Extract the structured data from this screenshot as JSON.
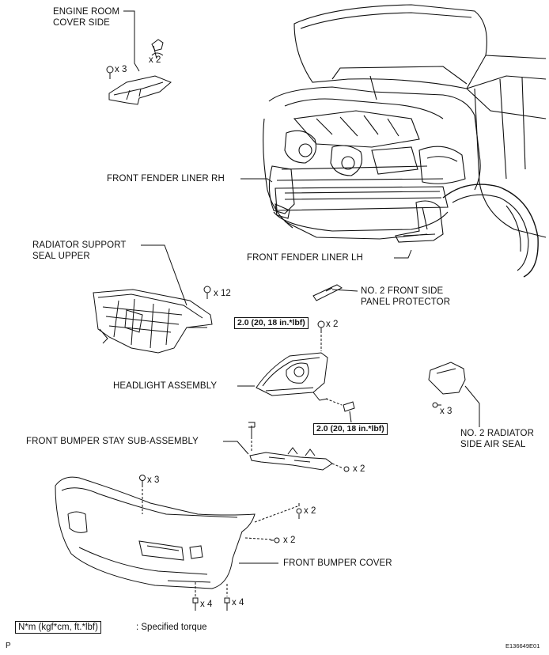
{
  "labels": {
    "engine_room_cover_side": [
      "ENGINE ROOM",
      "COVER SIDE"
    ],
    "front_fender_liner_rh": "FRONT FENDER LINER RH",
    "front_fender_liner_lh": "FRONT FENDER LINER LH",
    "radiator_support_seal_upper": [
      "RADIATOR SUPPORT",
      "SEAL UPPER"
    ],
    "no2_front_side_panel_protector": [
      "NO. 2 FRONT SIDE",
      "PANEL PROTECTOR"
    ],
    "headlight_assembly": "HEADLIGHT ASSEMBLY",
    "no2_radiator_side_air_seal": [
      "NO. 2 RADIATOR",
      "SIDE AIR SEAL"
    ],
    "front_bumper_stay_sub_assembly": "FRONT BUMPER STAY SUB-ASSEMBLY",
    "front_bumper_cover": "FRONT BUMPER COVER"
  },
  "quantities": {
    "engine_cover_clip": "x 2",
    "engine_cover_screw": "x 3",
    "radiator_seal_clip": "x 12",
    "headlight_bolt_upper": "x 2",
    "air_seal_clip": "x 3",
    "bumper_stay_nut": "x 2",
    "bumper_top_clip": "x 3",
    "bumper_side_screw_1": "x 2",
    "bumper_side_screw_2": "x 2",
    "bumper_bottom_screw_1": "x 4",
    "bumper_bottom_screw_2": "x 4"
  },
  "torques": {
    "headlight_upper": "2.0 (20, 18 in.*lbf)",
    "headlight_lower": "2.0 (20, 18 in.*lbf)"
  },
  "legend": {
    "box": "N*m (kgf*cm, ft.*lbf)",
    "text": ": Specified torque"
  },
  "footer": {
    "left": "P",
    "right": "E136649E01"
  }
}
